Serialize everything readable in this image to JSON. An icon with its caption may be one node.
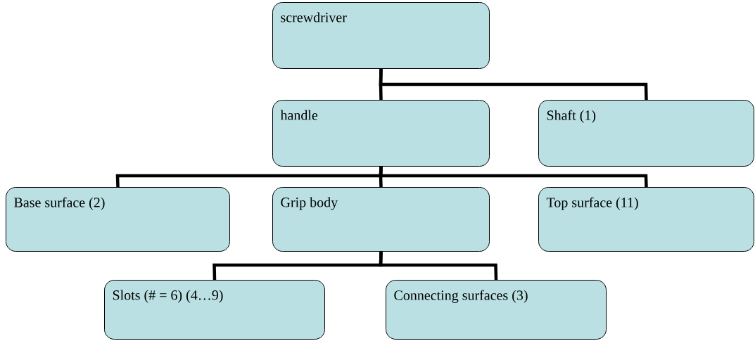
{
  "diagram": {
    "nodes": [
      {
        "text": [
          "screwdriver"
        ]
      },
      {
        "text": [
          "handle"
        ]
      },
      {
        "text": [
          "Shaft (1)"
        ]
      },
      {
        "text": [
          "Base surface (2)"
        ]
      },
      {
        "text": [
          "Grip body"
        ]
      },
      {
        "text": [
          "Top surface (11)"
        ]
      },
      {
        "text": [
          "Slots (# = 6) (4…9)"
        ]
      },
      {
        "text": [
          "Connecting surfaces (3)"
        ]
      }
    ],
    "edges": [
      {
        "from": 0,
        "to": 1,
        "arrow": "none"
      },
      {
        "from": 0,
        "to": 2,
        "arrow": "none"
      },
      {
        "from": 1,
        "to": 3,
        "arrow": "none"
      },
      {
        "from": 1,
        "to": 4,
        "arrow": "none"
      },
      {
        "from": 1,
        "to": 5,
        "arrow": "none"
      },
      {
        "from": 4,
        "to": 6,
        "arrow": "none"
      },
      {
        "from": 4,
        "to": 7,
        "arrow": "none"
      }
    ]
  }
}
